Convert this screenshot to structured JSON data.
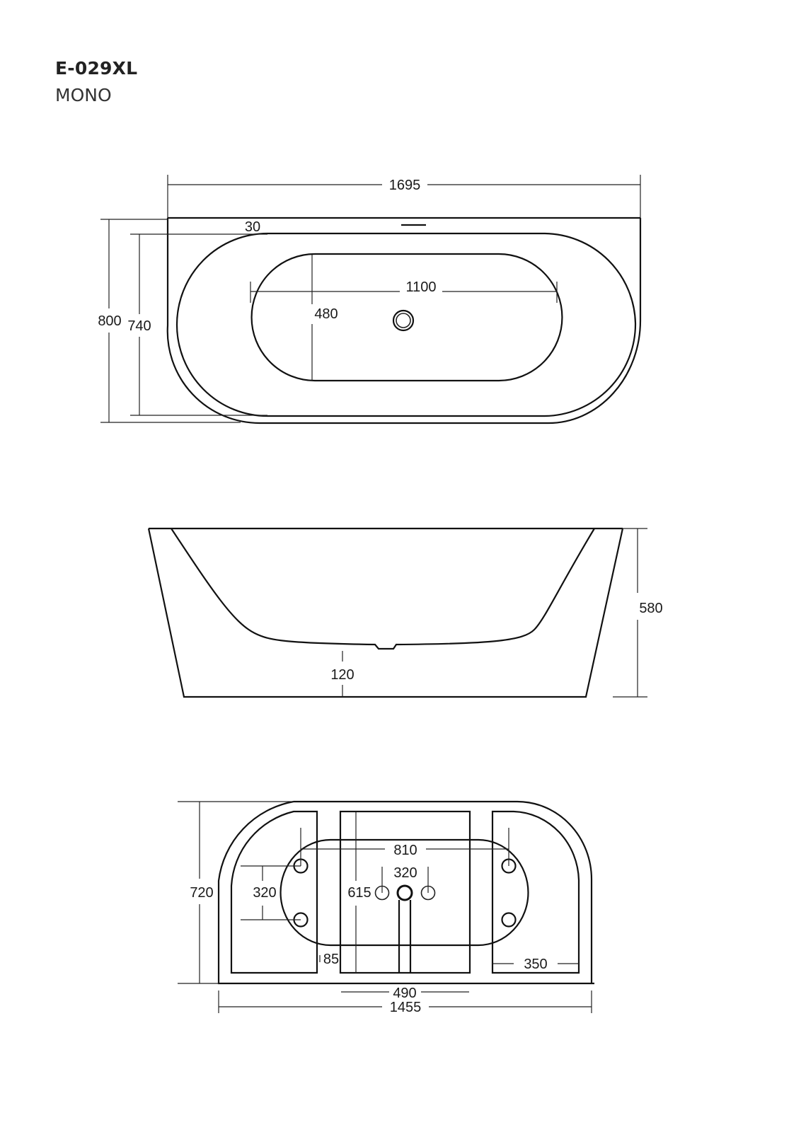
{
  "header": {
    "model": "E-029XL",
    "variant": "MONO"
  },
  "views": {
    "top": {
      "overall_length": "1695",
      "overall_width": "800",
      "inner_width": "740",
      "rim_offset": "30",
      "basin_length": "1100",
      "basin_width": "480"
    },
    "side": {
      "height": "580",
      "floor_height": "120"
    },
    "base": {
      "depth": "720",
      "hole_spacing_left": "320",
      "drain_offset": "615",
      "hole_center_span": "810",
      "valve_spacing": "320",
      "gap": "85",
      "right_bay": "350",
      "center_bay": "490",
      "overall_length": "1455"
    }
  }
}
